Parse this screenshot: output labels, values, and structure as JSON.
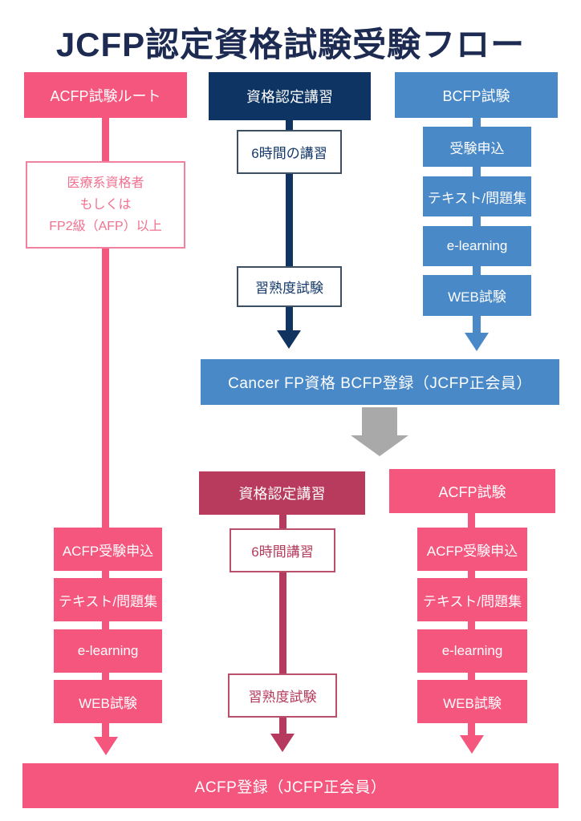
{
  "title": "JCFP認定資格試験受験フロー",
  "palette": {
    "pink": "#f4567e",
    "navy": "#0e3463",
    "title_navy": "#1d2b52",
    "blue": "#4a89c8",
    "crimson": "#b83a5c",
    "gray_arrow": "#a9a9a9",
    "condition_pink": "#f0708f",
    "background": "#ffffff"
  },
  "top_section": {
    "acfp_route": {
      "header": "ACFP試験ルート",
      "condition_lines": [
        "医療系資格者",
        "もしくは",
        "FP2級（AFP）以上"
      ]
    },
    "certification_course": {
      "header": "資格認定講習",
      "steps": [
        "6時間の講習",
        "習熟度試験"
      ]
    },
    "bcfp_exam": {
      "header": "BCFP試験",
      "steps": [
        "受験申込",
        "テキスト/問題集",
        "e-learning",
        "WEB試験"
      ]
    },
    "result_bar": "Cancer FP資格 BCFP登録（JCFP正会員）"
  },
  "bottom_section": {
    "acfp_route_steps": [
      "ACFP受験申込",
      "テキスト/問題集",
      "e-learning",
      "WEB試験"
    ],
    "certification_course": {
      "header": "資格認定講習",
      "steps": [
        "6時間講習",
        "習熟度試験"
      ]
    },
    "acfp_exam": {
      "header": "ACFP試験",
      "steps": [
        "ACFP受験申込",
        "テキスト/問題集",
        "e-learning",
        "WEB試験"
      ]
    },
    "result_bar": "ACFP登録（JCFP正会員）"
  }
}
